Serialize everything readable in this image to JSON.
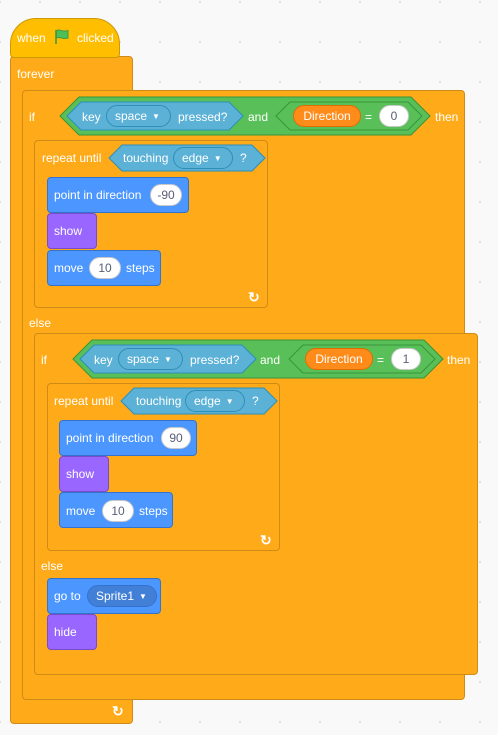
{
  "hat": {
    "label_when": "when",
    "label_clicked": "clicked",
    "flag_color": "#4cbf56"
  },
  "forever_label": "forever",
  "if1": {
    "if_label": "if",
    "then_label": "then",
    "and_label": "and",
    "key_label": "key",
    "key_value": "space",
    "pressed_label": "pressed?",
    "var_label": "Direction",
    "eq_label": "=",
    "eq_value": "0"
  },
  "repeat1": {
    "label": "repeat until",
    "touching_label": "touching",
    "touching_value": "edge",
    "q": "?"
  },
  "pd1": {
    "label": "point in direction",
    "value": "-90"
  },
  "show1": "show",
  "move1": {
    "label": "move",
    "value": "10",
    "steps": "steps"
  },
  "else1": "else",
  "if2": {
    "if_label": "if",
    "then_label": "then",
    "and_label": "and",
    "key_label": "key",
    "key_value": "space",
    "pressed_label": "pressed?",
    "var_label": "Direction",
    "eq_label": "=",
    "eq_value": "1"
  },
  "repeat2": {
    "label": "repeat until",
    "touching_label": "touching",
    "touching_value": "edge",
    "q": "?"
  },
  "pd2": {
    "label": "point in direction",
    "value": "90"
  },
  "show2": "show",
  "move2": {
    "label": "move",
    "value": "10",
    "steps": "steps"
  },
  "else2": "else",
  "goto": {
    "label": "go to",
    "value": "Sprite1"
  },
  "hide": "hide",
  "icons": {
    "loop_arrow": "↻"
  },
  "colors": {
    "control": "#ffab19",
    "events": "#ffbf00",
    "motion": "#4c97ff",
    "looks": "#9966ff",
    "sensing": "#5cb1d6",
    "operators": "#59c059",
    "variables": "#ff8c1a"
  }
}
